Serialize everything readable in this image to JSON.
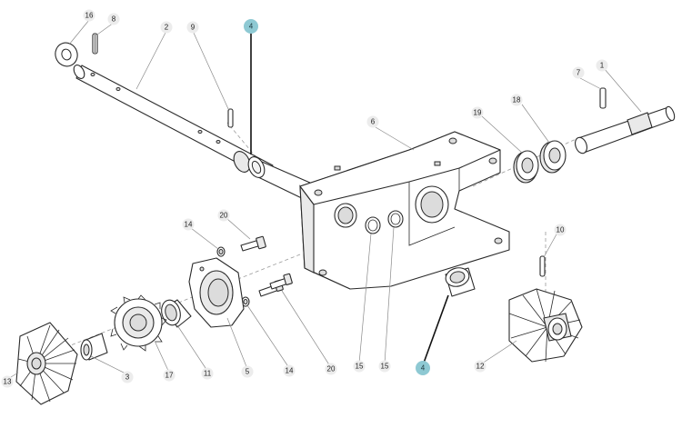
{
  "diagram": {
    "highlight_color": "#8ec9d3",
    "callouts": [
      {
        "id": "c16",
        "label": "16",
        "highlighted": false
      },
      {
        "id": "c8",
        "label": "8",
        "highlighted": false
      },
      {
        "id": "c2",
        "label": "2",
        "highlighted": false
      },
      {
        "id": "c9",
        "label": "9",
        "highlighted": false
      },
      {
        "id": "c4a",
        "label": "4",
        "highlighted": true
      },
      {
        "id": "c6",
        "label": "6",
        "highlighted": false
      },
      {
        "id": "c19",
        "label": "19",
        "highlighted": false
      },
      {
        "id": "c18",
        "label": "18",
        "highlighted": false
      },
      {
        "id": "c7",
        "label": "7",
        "highlighted": false
      },
      {
        "id": "c1",
        "label": "1",
        "highlighted": false
      },
      {
        "id": "c14a",
        "label": "14",
        "highlighted": false
      },
      {
        "id": "c20a",
        "label": "20",
        "highlighted": false
      },
      {
        "id": "c10",
        "label": "10",
        "highlighted": false
      },
      {
        "id": "c13",
        "label": "13",
        "highlighted": false
      },
      {
        "id": "c3",
        "label": "3",
        "highlighted": false
      },
      {
        "id": "c17",
        "label": "17",
        "highlighted": false
      },
      {
        "id": "c11",
        "label": "11",
        "highlighted": false
      },
      {
        "id": "c5",
        "label": "5",
        "highlighted": false
      },
      {
        "id": "c14b",
        "label": "14",
        "highlighted": false
      },
      {
        "id": "c20b",
        "label": "20",
        "highlighted": false
      },
      {
        "id": "c15a",
        "label": "15",
        "highlighted": false
      },
      {
        "id": "c15b",
        "label": "15",
        "highlighted": false
      },
      {
        "id": "c4b",
        "label": "4",
        "highlighted": true
      },
      {
        "id": "c12",
        "label": "12",
        "highlighted": false
      }
    ]
  }
}
